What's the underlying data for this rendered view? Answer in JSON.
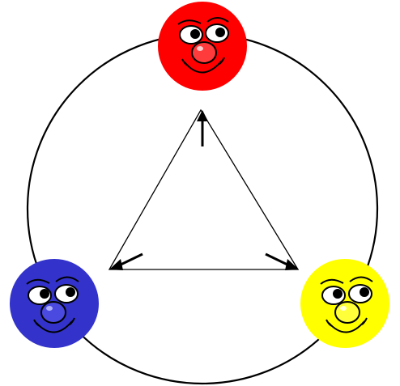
{
  "diagram": {
    "faces": [
      {
        "color_name": "red",
        "fill": "#ff0000",
        "nose": "#ff3b3b"
      },
      {
        "color_name": "yellow",
        "fill": "#ffff00",
        "nose": "#ffff3a"
      },
      {
        "color_name": "blue",
        "fill": "#3333cc",
        "nose": "#4a4ae0"
      }
    ],
    "ring_color": "#000000",
    "triangle_color": "#000000",
    "arrows": [
      {
        "from": "red",
        "to": "red-corner"
      },
      {
        "from": "yellow",
        "to": "yellow-corner"
      },
      {
        "from": "blue",
        "to": "blue-corner"
      }
    ]
  }
}
